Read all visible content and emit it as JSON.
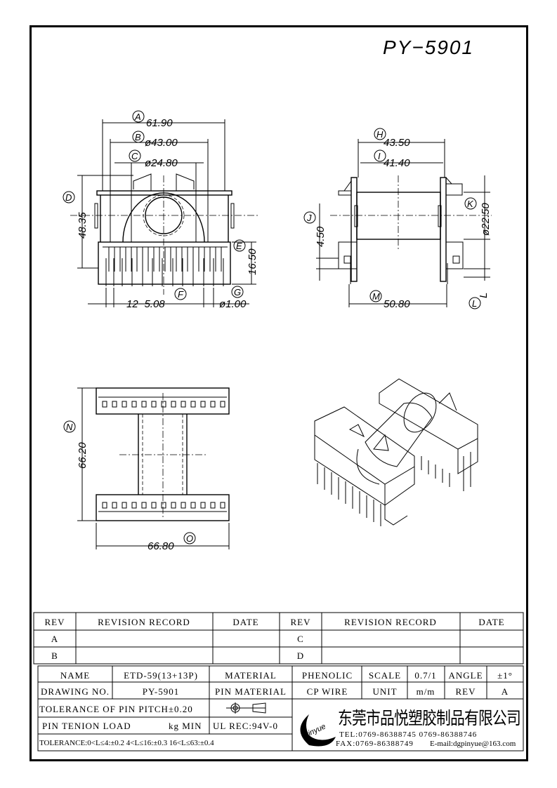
{
  "drawing_number_title": "PY−5901",
  "front_view": {
    "dims": [
      {
        "id": "A",
        "value": "61.90"
      },
      {
        "id": "B",
        "value": "ø43.00"
      },
      {
        "id": "C",
        "value": "ø24.80"
      },
      {
        "id": "D",
        "value": "48.35"
      },
      {
        "id": "E",
        "value": "16.50"
      },
      {
        "id": "F",
        "value": "12−5.08"
      },
      {
        "id": "G",
        "value": "ø1.00"
      }
    ]
  },
  "side_view": {
    "dims": [
      {
        "id": "H",
        "value": "43.50"
      },
      {
        "id": "I",
        "value": "41.40"
      },
      {
        "id": "J",
        "value": "4.50"
      },
      {
        "id": "K",
        "value": "ø22.50"
      },
      {
        "id": "L",
        "value": "L"
      },
      {
        "id": "M",
        "value": "50.80"
      }
    ]
  },
  "bottom_view": {
    "dims": [
      {
        "id": "N",
        "value": "66.20"
      },
      {
        "id": "O",
        "value": "66.80"
      }
    ]
  },
  "revision_table": {
    "headers": [
      "REV",
      "REVISION RECORD",
      "DATE",
      "REV",
      "REVISION RECORD",
      "DATE"
    ],
    "rows": [
      {
        "rev_left": "A",
        "rev_right": "C"
      },
      {
        "rev_left": "B",
        "rev_right": "D"
      }
    ]
  },
  "title_block": {
    "name_label": "NAME",
    "name_value": "ETD-59(13+13P)",
    "material_label": "MATERIAL",
    "material_value": "PHENOLIC",
    "scale_label": "SCALE",
    "scale_value": "0.7/1",
    "angle_label": "ANGLE",
    "angle_value": "±1°",
    "drawing_no_label": "DRAWING NO.",
    "drawing_no_value": "PY-5901",
    "pin_material_label": "PIN MATERIAL",
    "pin_material_value": "CP WIRE",
    "unit_label": "UNIT",
    "unit_value": "m/m",
    "rev_label": "REV",
    "rev_value": "A",
    "pin_pitch_tolerance": "TOLERANCE OF PIN PITCH±0.20",
    "pin_tension_label": "PIN TENION LOAD",
    "pin_tension_unit": "kg MIN",
    "ul_rec": "UL REC:94V-0",
    "tolerance": "TOLERANCE:0<L≤4:±0.2  4<L≤16:±0.3  16<L≤63:±0.4",
    "company_logo": "Pinyue",
    "company_name": "东莞市品悦塑胶制品有限公司",
    "tel": "TEL:0769-86388745    0769-86388746",
    "fax": "FAX:0769-86388749",
    "email": "E-mail:dgpinyue@163.com"
  }
}
